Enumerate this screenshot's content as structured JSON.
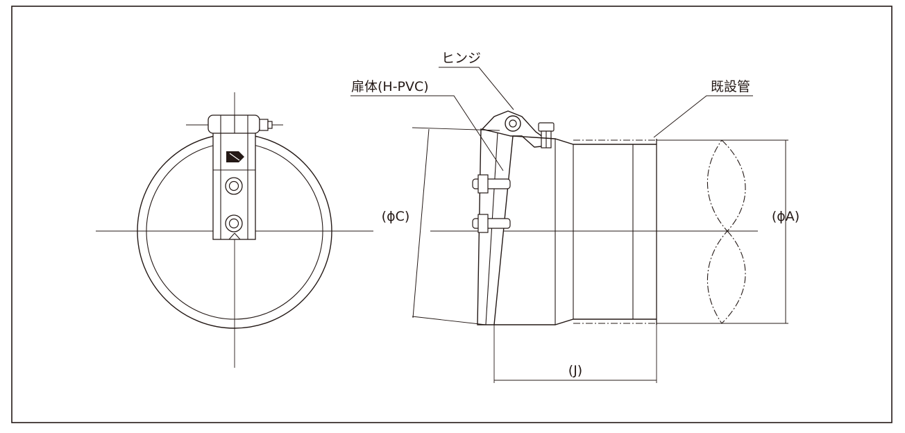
{
  "labels": {
    "hinge": "ヒンジ",
    "door_body": "扉体(H-PVC)",
    "existing_pipe": "既設管"
  },
  "dimensions": {
    "phi_c": "(ϕC)",
    "phi_a": "(ϕA)",
    "j": "(J)"
  },
  "colors": {
    "line": "#231815",
    "background": "#ffffff"
  }
}
